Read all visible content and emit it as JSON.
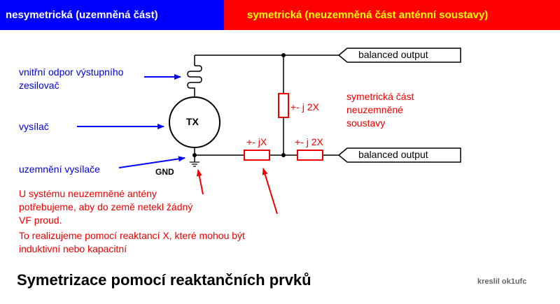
{
  "header": {
    "left": "nesymetrická (uzemněná část)",
    "right": "symetrická (neuzemněná část anténní soustavy)"
  },
  "labels": {
    "internal_resistance_line1": "vnitřní odpor výstupního",
    "internal_resistance_line2": "zesilovač",
    "transmitter": "vysílač",
    "grounding": "uzemnění vysílače",
    "gnd": "GND",
    "tx": "TX",
    "output_top": "balanced output",
    "output_bottom": "balanced output",
    "reactance_vertical": "+- j 2X",
    "reactance_series": "+- jX",
    "reactance_bottom": "+- j 2X",
    "sym_part_line1": "symetrická část",
    "sym_part_line2": "neuzemněné",
    "sym_part_line3": "soustavy",
    "note1_line1": "U systému neuzemněné antény",
    "note1_line2": "potřebujeme, aby do země netekl žádný",
    "note1_line3": "VF proud.",
    "note2_line1": "To realizujeme pomocí reaktancí X, které mohou být",
    "note2_line2": "induktivní nebo kapacitní"
  },
  "footer": {
    "title": "Symetrizace pomocí reaktančních prvků",
    "author": "kreslil ok1ufc"
  },
  "colors": {
    "header_left_bg": "#0000ff",
    "header_right_bg": "#ff0000",
    "header_right_text": "#ffff00",
    "annotation_blue": "#0000dd",
    "annotation_red": "#ee0000"
  }
}
